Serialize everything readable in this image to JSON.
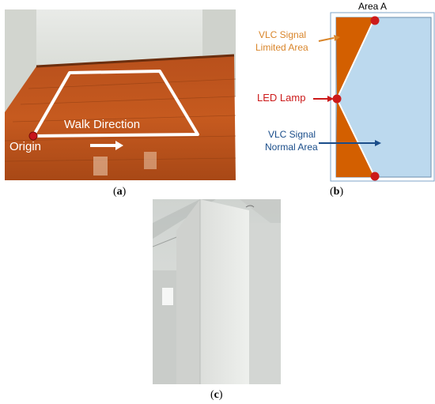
{
  "panel_a": {
    "walk_direction": "Walk Direction",
    "origin": "Origin",
    "caption_open": "(",
    "caption_letter": "a",
    "caption_close": ")"
  },
  "panel_b": {
    "area_a": "Area A",
    "limited_line1": "VLC Signal",
    "limited_line2": "Limited Area",
    "led_lamp": "LED Lamp",
    "normal_line1": "VLC  Signal",
    "normal_line2": "Normal Area",
    "caption_open": "(",
    "caption_letter": "b",
    "caption_close": ")",
    "colors": {
      "limited": "#d35f00",
      "normal": "#bcd9ee",
      "led": "#cc1a1a",
      "arrow_limited": "#d9852a",
      "arrow_normal": "#1a4d8a"
    }
  },
  "panel_c": {
    "caption_open": "(",
    "caption_letter": "c",
    "caption_close": ")"
  }
}
